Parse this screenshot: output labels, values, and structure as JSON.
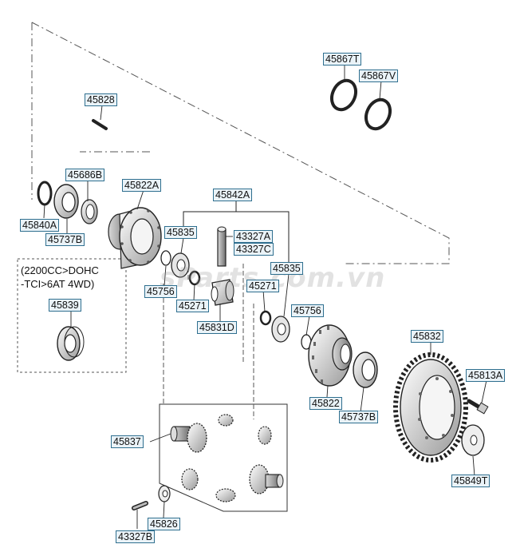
{
  "labels": {
    "p45867T": "45867T",
    "p45867V": "45867V",
    "p45828": "45828",
    "p45686B": "45686B",
    "p45822A": "45822A",
    "p45842A": "45842A",
    "p45840A": "45840A",
    "p45737B_top": "45737B",
    "p45835_left": "45835",
    "p43327A": "43327A",
    "p43327C": "43327C",
    "p45835_right": "45835",
    "p45756_left": "45756",
    "p45271_right": "45271",
    "p45271_left": "45271",
    "p45756_right": "45756",
    "p45831D": "45831D",
    "p45839": "45839",
    "p45832": "45832",
    "p45813A": "45813A",
    "p45822": "45822",
    "p45737B_bottom": "45737B",
    "p45837": "45837",
    "p45849T": "45849T",
    "p45826": "45826",
    "p43327B": "43327B"
  },
  "note": {
    "line1": "(2200CC>DOHC",
    "line2": "-TCI>6AT 4WD)"
  },
  "watermark": "sParts.com.vn",
  "colors": {
    "line": "#222222",
    "dash": "#555555",
    "label_border": "#2f6f8f",
    "label_fill": "#eaf3f8"
  }
}
